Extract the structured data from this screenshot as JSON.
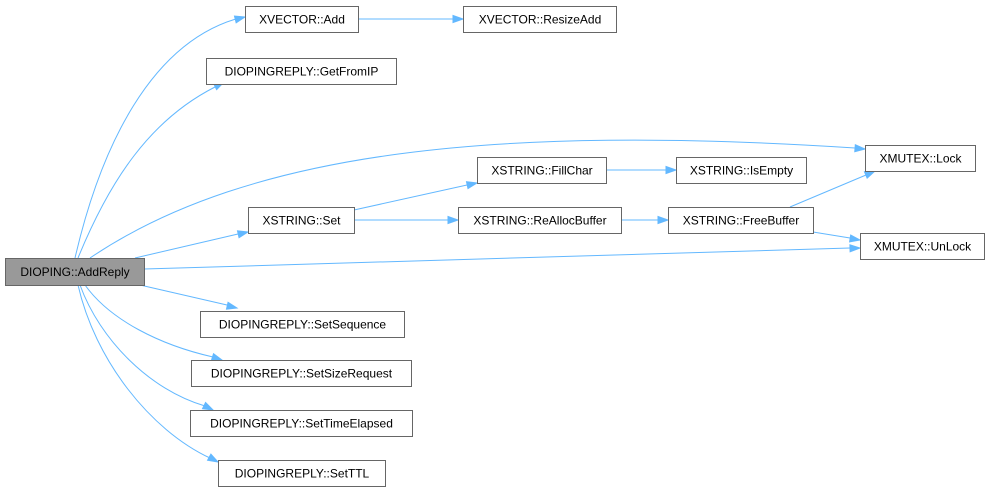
{
  "nodes": [
    {
      "id": "root",
      "label": "DIOPING::AddReply",
      "root": true
    },
    {
      "id": "vadd",
      "label": "XVECTOR::Add"
    },
    {
      "id": "vresize",
      "label": "XVECTOR::ResizeAdd"
    },
    {
      "id": "getfromip",
      "label": "DIOPINGREPLY::GetFromIP"
    },
    {
      "id": "lock",
      "label": "XMUTEX::Lock"
    },
    {
      "id": "fillchar",
      "label": "XSTRING::FillChar"
    },
    {
      "id": "isempty",
      "label": "XSTRING::IsEmpty"
    },
    {
      "id": "sset",
      "label": "XSTRING::Set"
    },
    {
      "id": "realloc",
      "label": "XSTRING::ReAllocBuffer"
    },
    {
      "id": "freebuf",
      "label": "XSTRING::FreeBuffer"
    },
    {
      "id": "unlock",
      "label": "XMUTEX::UnLock"
    },
    {
      "id": "setseq",
      "label": "DIOPINGREPLY::SetSequence"
    },
    {
      "id": "setsize",
      "label": "DIOPINGREPLY::SetSizeRequest"
    },
    {
      "id": "settime",
      "label": "DIOPINGREPLY::SetTimeElapsed"
    },
    {
      "id": "setttl",
      "label": "DIOPINGREPLY::SetTTL"
    }
  ],
  "edges": [
    {
      "from": "root",
      "to": "vadd"
    },
    {
      "from": "vadd",
      "to": "vresize"
    },
    {
      "from": "root",
      "to": "getfromip"
    },
    {
      "from": "root",
      "to": "lock"
    },
    {
      "from": "root",
      "to": "sset"
    },
    {
      "from": "sset",
      "to": "fillchar"
    },
    {
      "from": "fillchar",
      "to": "isempty"
    },
    {
      "from": "sset",
      "to": "realloc"
    },
    {
      "from": "realloc",
      "to": "freebuf"
    },
    {
      "from": "freebuf",
      "to": "lock"
    },
    {
      "from": "freebuf",
      "to": "unlock"
    },
    {
      "from": "root",
      "to": "unlock"
    },
    {
      "from": "root",
      "to": "setseq"
    },
    {
      "from": "root",
      "to": "setsize"
    },
    {
      "from": "root",
      "to": "settime"
    },
    {
      "from": "root",
      "to": "setttl"
    }
  ],
  "colors": {
    "edge": "#63b8ff",
    "node_border": "#666666",
    "root_fill": "#999999",
    "node_fill": "#ffffff"
  }
}
